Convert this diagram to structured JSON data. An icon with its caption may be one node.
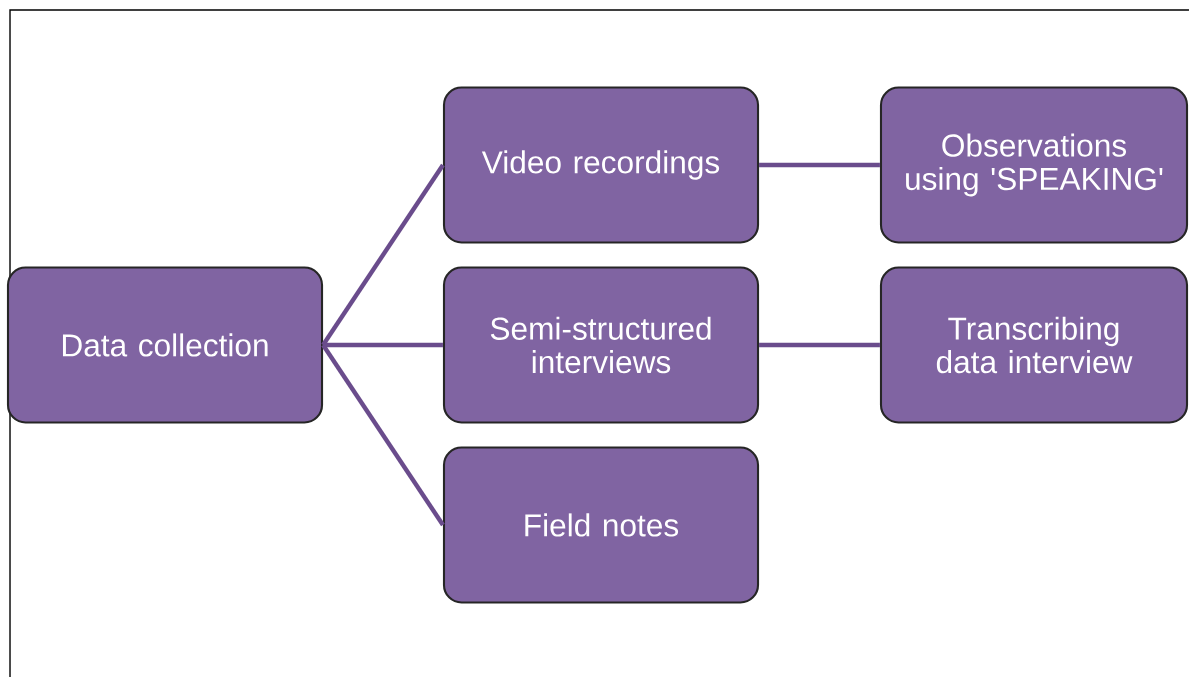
{
  "diagram": {
    "nodes": [
      {
        "text": [
          "Data collection"
        ]
      },
      {
        "text": [
          "Video recordings"
        ]
      },
      {
        "text": [
          "Semi-structured interviews"
        ]
      },
      {
        "text": [
          "Field notes"
        ]
      },
      {
        "text": [
          "Observations using 'SPEAKING'"
        ]
      },
      {
        "text": [
          "Transcribing data interview"
        ]
      }
    ],
    "edges": [
      {
        "from": 0,
        "to": 1,
        "arrow": "none"
      },
      {
        "from": 0,
        "to": 2,
        "arrow": "none"
      },
      {
        "from": 0,
        "to": 3,
        "arrow": "none"
      },
      {
        "from": 1,
        "to": 4,
        "arrow": "none"
      },
      {
        "from": 2,
        "to": 5,
        "arrow": "none"
      }
    ]
  }
}
